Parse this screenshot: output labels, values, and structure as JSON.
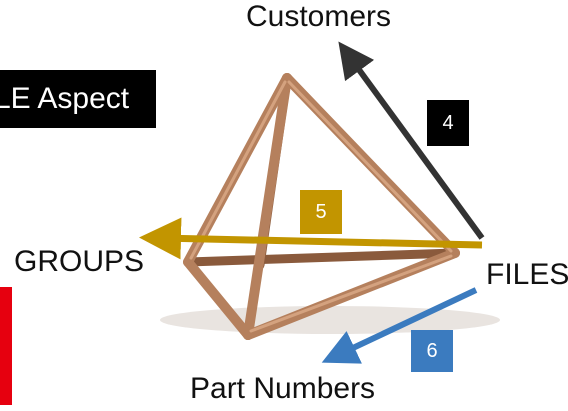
{
  "header_label": "LE Aspect",
  "nodes": {
    "top": "Customers",
    "left": "GROUPS",
    "right": "FILES",
    "bottom": "Part Numbers"
  },
  "relations": [
    {
      "number": "4",
      "from": "FILES",
      "to": "Customers",
      "color": "#333333"
    },
    {
      "number": "5",
      "from": "FILES",
      "to": "GROUPS",
      "color": "#c29500"
    },
    {
      "number": "6",
      "from": "FILES",
      "to": "Part Numbers",
      "color": "#3b7bbf"
    }
  ],
  "colors": {
    "wood": "#b5805d",
    "wood_dark": "#8a5a3c",
    "accent_red": "#e6000f"
  }
}
